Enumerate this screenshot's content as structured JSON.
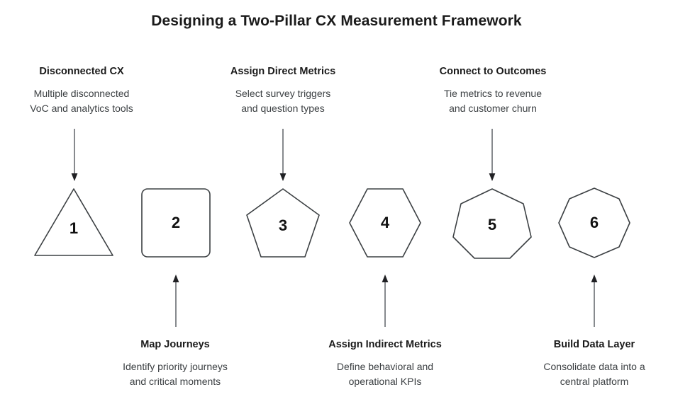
{
  "title": "Designing a Two-Pillar CX Measurement Framework",
  "colors": {
    "background": "#ffffff",
    "shape_stroke": "#3c4043",
    "shape_fill": "#ffffff",
    "arrow_stroke": "#5f6368",
    "arrow_head": "#202124",
    "heading_text": "#1a1a1a",
    "body_text": "#3c4043"
  },
  "steps": [
    {
      "number": "1",
      "shape": "triangle",
      "sides": 3,
      "position": "top",
      "heading": "Disconnected CX",
      "desc_line1": "Multiple disconnected",
      "desc_line2": "VoC and analytics tools",
      "arrow": "down"
    },
    {
      "number": "2",
      "shape": "square",
      "sides": 4,
      "position": "bottom",
      "heading": "Map Journeys",
      "desc_line1": "Identify priority journeys",
      "desc_line2": "and critical moments",
      "arrow": "up"
    },
    {
      "number": "3",
      "shape": "pentagon",
      "sides": 5,
      "position": "top",
      "heading": "Assign Direct Metrics",
      "desc_line1": "Select survey triggers",
      "desc_line2": "and question types",
      "arrow": "down"
    },
    {
      "number": "4",
      "shape": "hexagon",
      "sides": 6,
      "position": "bottom",
      "heading": "Assign Indirect Metrics",
      "desc_line1": "Define behavioral and",
      "desc_line2": "operational KPIs",
      "arrow": "up"
    },
    {
      "number": "5",
      "shape": "heptagon",
      "sides": 7,
      "position": "top",
      "heading": "Connect to Outcomes",
      "desc_line1": "Tie metrics to revenue",
      "desc_line2": "and customer churn",
      "arrow": "down"
    },
    {
      "number": "6",
      "shape": "octagon",
      "sides": 8,
      "position": "bottom",
      "heading": "Build Data Layer",
      "desc_line1": "Consolidate data into a",
      "desc_line2": "central platform",
      "arrow": "up"
    }
  ]
}
